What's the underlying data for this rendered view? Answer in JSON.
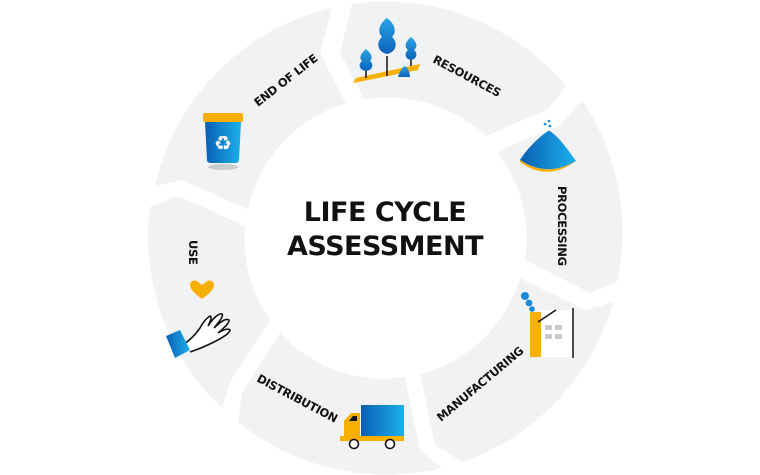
{
  "center": {
    "line1": "LIFE CYCLE",
    "line2": "ASSESSMENT"
  },
  "stages": [
    {
      "id": "resources",
      "label": "RESOURCES",
      "icon": "trees-icon"
    },
    {
      "id": "processing",
      "label": "PROCESSING",
      "icon": "pile-icon"
    },
    {
      "id": "manufacturing",
      "label": "MANUFACTURING",
      "icon": "factory-icon"
    },
    {
      "id": "distribution",
      "label": "DISTRIBUTION",
      "icon": "truck-icon"
    },
    {
      "id": "use",
      "label": "USE",
      "icon": "hand-heart-icon"
    },
    {
      "id": "end_of_life",
      "label": "END OF LIFE",
      "icon": "recycle-bin-icon"
    }
  ],
  "colors": {
    "segment": "#f1f2f4",
    "blue_dark": "#0a62b8",
    "blue_light": "#19aae8",
    "yellow": "#f8b000",
    "text": "#111111"
  }
}
